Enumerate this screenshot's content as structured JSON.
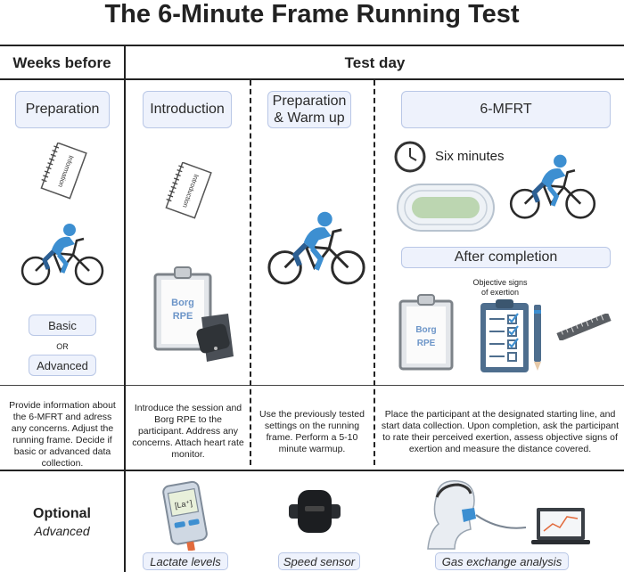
{
  "title": "The 6-Minute Frame Running Test",
  "headers": {
    "weeks_before": "Weeks before",
    "test_day": "Test day"
  },
  "phases": {
    "preparation": "Preparation",
    "introduction": "Introduction",
    "prep_warmup_line1": "Preparation",
    "prep_warmup_line2": "& Warm up",
    "test": "6-MFRT",
    "after": "After completion"
  },
  "labels": {
    "information": "Information",
    "introduction_notebook": "Introduction",
    "basic": "Basic",
    "or": "OR",
    "advanced": "Advanced",
    "borg1": "Borg",
    "rpe1": "RPE",
    "borg2": "Borg",
    "rpe2": "RPE",
    "six_minutes": "Six minutes",
    "objective_line1": "Objective signs",
    "objective_line2": "of exertion"
  },
  "descriptions": {
    "weeks_before": "Provide information about the 6-MFRT and adress any concerns. Adjust the running frame. Decide if basic or advanced data collection.",
    "introduction": "Introduce the session and Borg RPE to the participant. Address any concerns. Attach heart rate monitor.",
    "warmup": "Use the previously tested settings on the running frame. Perform a 5-10 minute warmup.",
    "test": "Place the participant at the designated starting line, and start data collection. Upon completion, ask the participant to rate their perceived exertion, assess objective signs of exertion and measure the distance covered."
  },
  "optional": {
    "title": "Optional",
    "subtitle": "Advanced",
    "lactate": "Lactate levels",
    "speed": "Speed sensor",
    "gas": "Gas exchange analysis",
    "meter_text": "[La⁺]"
  },
  "colors": {
    "accent_blue": "#3d8fd1",
    "box_border": "#b9c7e6",
    "box_fill": "#eef2fc",
    "bike_blue": "#2b7bbf"
  }
}
